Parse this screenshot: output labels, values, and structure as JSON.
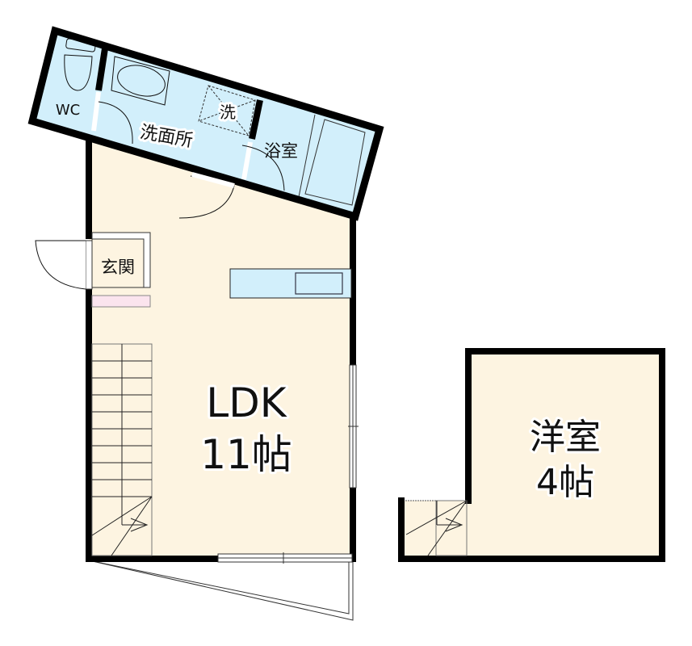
{
  "floorplan": {
    "colors": {
      "wall": "#000000",
      "floor_living": "#fdf4e1",
      "floor_wet": "#d2effb",
      "genkan_step": "#fbe4ee",
      "line": "#222222"
    },
    "rooms": {
      "wc": {
        "label": "WC"
      },
      "washroom": {
        "label": "洗面所"
      },
      "washer": {
        "label": "洗"
      },
      "bath": {
        "label": "浴室"
      },
      "entrance": {
        "label": "玄関"
      },
      "ldk": {
        "label": "LDK",
        "size": "11帖"
      },
      "western_room": {
        "label": "洋室",
        "size": "4帖"
      }
    }
  }
}
